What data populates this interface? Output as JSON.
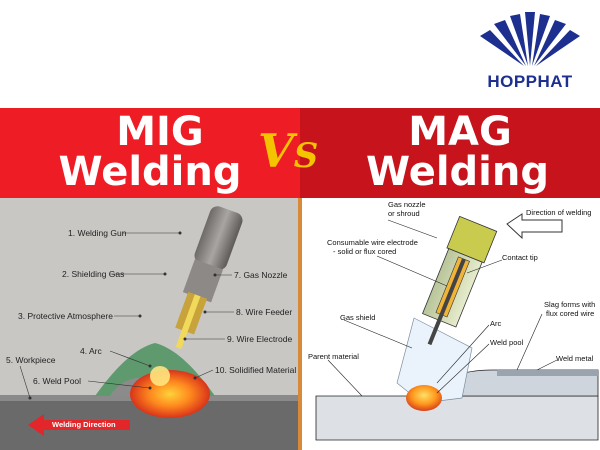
{
  "brand": {
    "name": "HOPPHAT",
    "color": "#1d2f8f"
  },
  "banner": {
    "left_line1": "MIG",
    "left_line2": "Welding",
    "versus_v": "V",
    "versus_s": "S",
    "right_line1": "MAG",
    "right_line2": "Welding",
    "colors": {
      "left": "#ee1c24",
      "right": "#c7141c",
      "versus": "#f5c400"
    }
  },
  "mig_diagram": {
    "labels": {
      "welding_gun": "1. Welding Gun",
      "shielding_gas": "2. Shielding Gas",
      "protective_atmosphere": "3. Protective Atmosphere",
      "arc": "4. Arc",
      "workpiece": "5. Workpiece",
      "weld_pool": "6. Weld Pool",
      "gas_nozzle": "7. Gas Nozzle",
      "wire_feeder": "8. Wire Feeder",
      "wire_electrode": "9. Wire Electrode",
      "solidified_material": "10. Solidified Material",
      "welding_direction": "Welding Direction"
    }
  },
  "mag_diagram": {
    "labels": {
      "gas_nozzle_l1": "Gas nozzle",
      "gas_nozzle_l2": "or shroud",
      "direction": "Direction of welding",
      "consumable_l1": "Consumable wire electrode",
      "consumable_l2": "- solid or flux cored",
      "contact_tip": "Contact tip",
      "gas_shield": "Gas shield",
      "arc": "Arc",
      "slag_l1": "Slag forms with",
      "slag_l2": "flux cored wire",
      "weld_pool": "Weld pool",
      "weld_metal": "Weld metal",
      "parent_material": "Parent material"
    }
  }
}
